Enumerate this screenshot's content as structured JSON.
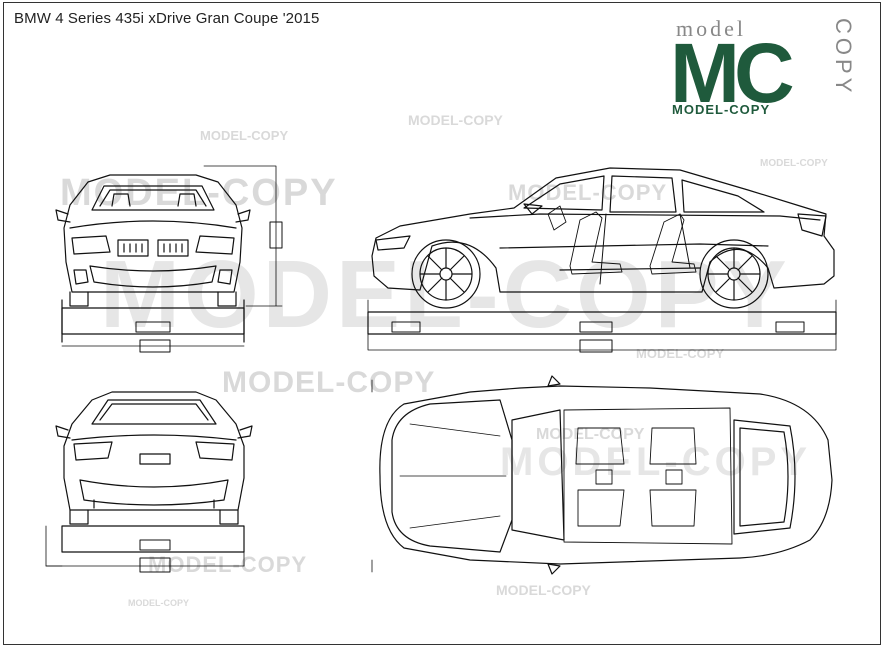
{
  "title": "BMW 4 Series 435i xDrive Gran Coupe '2015",
  "logo": {
    "top_word": "model",
    "letters": "MC",
    "side_word": "COPY",
    "bottom_word": "MODEL-COPY",
    "brand_color": "#1f5a3c"
  },
  "watermarks": {
    "text": "MODEL-COPY",
    "color": "#d9d9d9"
  },
  "views": [
    "front-view",
    "side-view",
    "rear-view",
    "top-view"
  ]
}
